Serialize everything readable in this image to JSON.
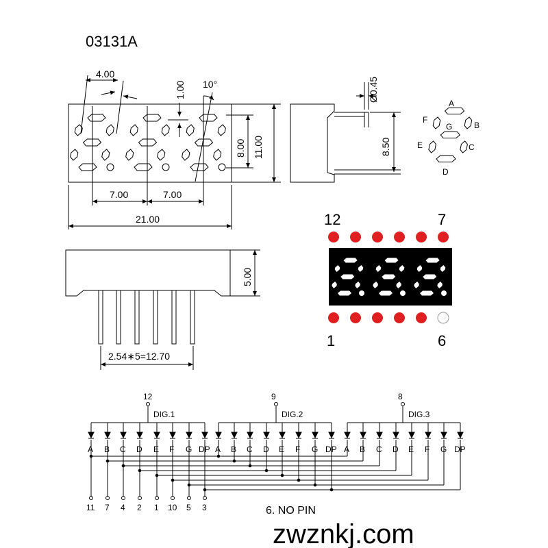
{
  "part_number": "03131A",
  "front_dims": {
    "digit_width": "4.00",
    "seg_width": "1.00",
    "slant": "10°",
    "pitch_1": "7.00",
    "pitch_2": "7.00",
    "total_width": "21.00",
    "seg_height": "8.00",
    "total_height": "11.00"
  },
  "side_dims": {
    "pin_dia": "Ø0.45",
    "pin_offset": "8.50"
  },
  "bottom_dims": {
    "body_height": "5.00",
    "pin_pitch": "2.54∗5=12.70"
  },
  "segment_legend": {
    "A": "A",
    "B": "B",
    "C": "C",
    "D": "D",
    "E": "E",
    "F": "F",
    "G": "G"
  },
  "pinout": {
    "top_left": "12",
    "top_right": "7",
    "bottom_left": "1",
    "bottom_right": "6"
  },
  "circuit": {
    "digits": [
      {
        "label": "DIG.1",
        "common_pin": "12"
      },
      {
        "label": "DIG.2",
        "common_pin": "9"
      },
      {
        "label": "DIG.3",
        "common_pin": "8"
      }
    ],
    "segment_labels": [
      "A",
      "B",
      "C",
      "D",
      "E",
      "F",
      "G",
      "DP"
    ],
    "pin_numbers": [
      "11",
      "7",
      "4",
      "2",
      "1",
      "10",
      "5",
      "3"
    ],
    "note": "6. NO PIN"
  },
  "watermark": "zwznkj.com",
  "colors": {
    "line": "#000000",
    "led_red": "#e02020",
    "display_bg": "#000000",
    "segment_lit": "#ffffff"
  }
}
